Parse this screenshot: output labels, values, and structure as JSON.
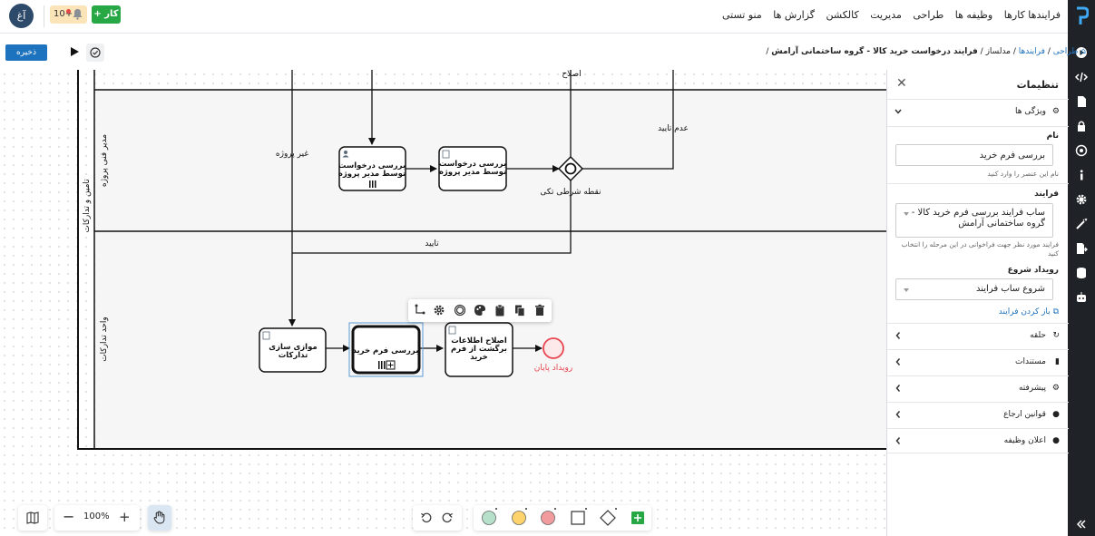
{
  "nav": {
    "items": [
      "فرایندها کارها",
      "وظیفه ها",
      "طراحی",
      "مدیریت",
      "کالکشن",
      "گزارش ها",
      "منو تستی"
    ],
    "avatar": "آغ",
    "notifications": "10+",
    "add_task": "+ کار"
  },
  "breadcrumb": {
    "home": "طراحی",
    "processes": "فرایندها",
    "modeler": "مدلساز",
    "current": "فرایند درخواست خرید کالا - گروه ساختمانی آرامش"
  },
  "toolbar": {
    "save": "ذخیره"
  },
  "diagram": {
    "pools": [
      {
        "label": "تامین و تدارکات"
      }
    ],
    "lanes": [
      {
        "label": "مدیر فنی پروژه"
      },
      {
        "label": "واحد تدارکات"
      }
    ],
    "tasks": {
      "review_pm": "بررسی درخواست توسط مدیر پروژه",
      "review_manager": "بررسی درخواست توسط مدیر پروژه",
      "parallel": "موازی سازی تدارکات",
      "review_form": "بررسی فرم خرید",
      "fix_info": "اصلاح اطلاعات برگشت از فرم خرید"
    },
    "gateway_label": "نقطه شرطی تکی",
    "end_event_label": "رویداد پایان",
    "flow_labels": {
      "fix": "اصلاح",
      "reject": "عدم تایید",
      "non_project": "غیر پروژه",
      "approve": "تایید"
    },
    "colors": {
      "end_event": "#e8454e",
      "selection": "#5b9bd5"
    }
  },
  "zoom": {
    "level": "100%"
  },
  "palette": [
    "start-event",
    "intermediate-event",
    "end-event",
    "task",
    "gateway",
    "more"
  ],
  "palette_colors": {
    "start": "#b7e0cb",
    "intermediate": "#ffd36b",
    "end": "#f29b9e",
    "more": "#28a745"
  },
  "panel": {
    "title": "تنظیمات",
    "properties": "ویژگی ها",
    "name_label": "نام",
    "name_value": "بررسی فرم خرید",
    "name_help": "نام این عنصر را وارد کنید",
    "process_label": "فرایند",
    "process_value": "ساب فرایند بررسی فرم خرید کالا - گروه ساختمانی آرامش",
    "process_help": "فرایند مورد نظر جهت فراخوانی در این مرحله را انتخاب کنید",
    "start_event_label": "رویداد شروع",
    "start_event_value": "شروع ساب فرایند",
    "open_process": "باز کردن فرایند",
    "sections": [
      "حلقه",
      "مستندات",
      "پیشرفته",
      "قوانین ارجاع",
      "اعلان وظیفه"
    ]
  }
}
